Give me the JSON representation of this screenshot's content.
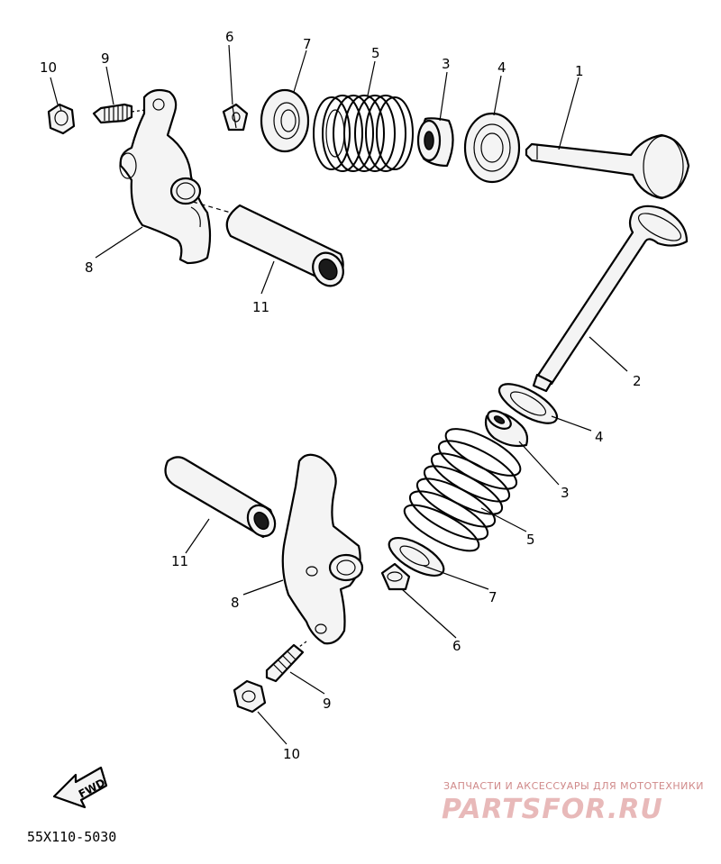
{
  "callouts": {
    "top": {
      "c10": "10",
      "c9": "9",
      "c6": "6",
      "c7": "7",
      "c5": "5",
      "c3": "3",
      "c4": "4",
      "c1": "1",
      "c8": "8",
      "c11": "11"
    },
    "right": {
      "c2": "2",
      "c4": "4",
      "c3": "3",
      "c5": "5",
      "c7": "7",
      "c6": "6"
    },
    "bottom": {
      "c11": "11",
      "c8": "8",
      "c9": "9",
      "c10": "10"
    }
  },
  "footer": {
    "diagram_code": "55X110-5030",
    "fwd_label": "FWD"
  },
  "watermark": {
    "tagline": "ЗАПЧАСТИ И АКСЕССУАРЫ ДЛЯ МОТОТЕХНИКИ",
    "brand": "PARTSFOR.RU"
  },
  "colors": {
    "line": "#000000",
    "watermark": "#e8b9b9"
  }
}
